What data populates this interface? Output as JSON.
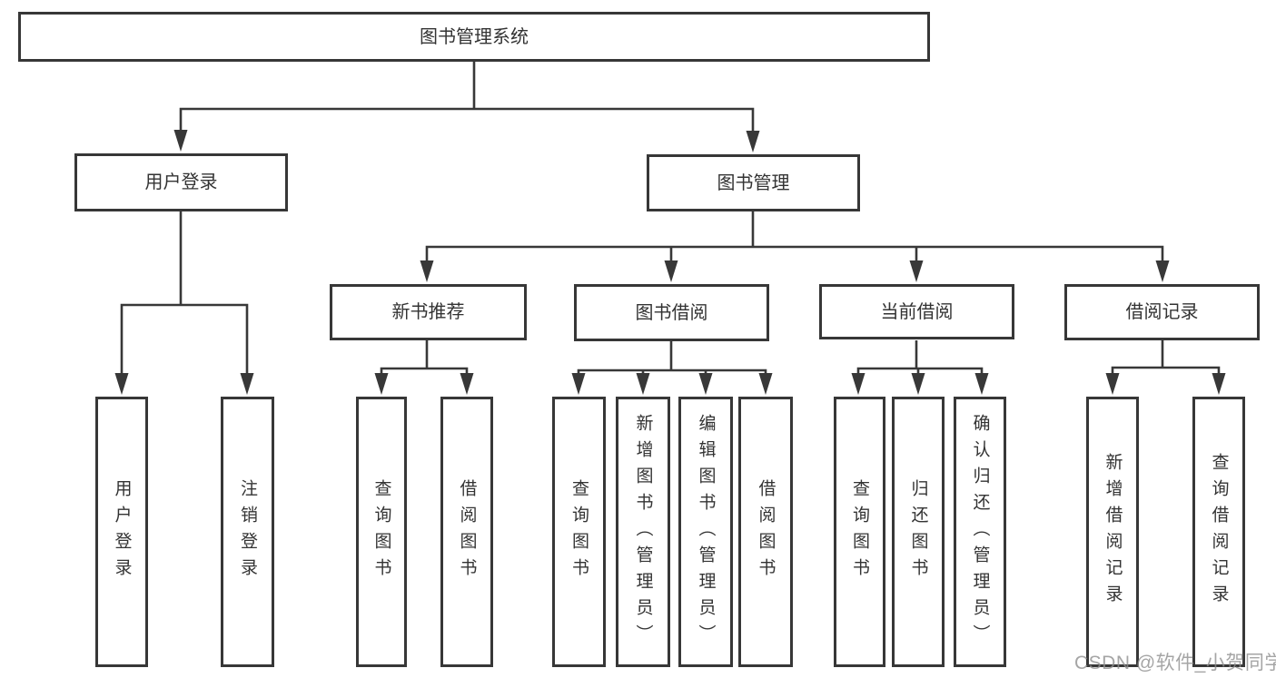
{
  "diagram": {
    "root": "图书管理系统",
    "branches": [
      {
        "label": "用户登录",
        "children": [
          "用户登录",
          "注销登录"
        ]
      },
      {
        "label": "图书管理",
        "children": [
          {
            "label": "新书推荐",
            "children": [
              "查询图书",
              "借阅图书"
            ]
          },
          {
            "label": "图书借阅",
            "children": [
              "查询图书",
              "新增图书（管理员）",
              "编辑图书（管理员）",
              "借阅图书"
            ]
          },
          {
            "label": "当前借阅",
            "children": [
              "查询图书",
              "归还图书",
              "确认归还（管理员）"
            ]
          },
          {
            "label": "借阅记录",
            "children": [
              "新增借阅记录",
              "查询借阅记录"
            ]
          }
        ]
      }
    ]
  },
  "watermark": "CSDN @软件_小贺同学",
  "colors": {
    "line": "#383838",
    "border": "#373737",
    "text": "#333333",
    "background": "#ffffff",
    "watermark": "#8f8f8f"
  }
}
